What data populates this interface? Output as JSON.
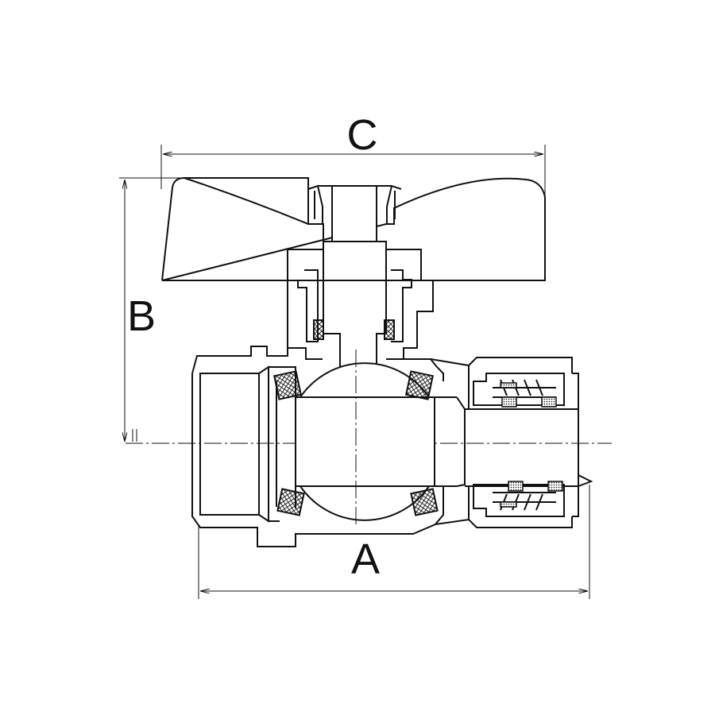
{
  "dimensions": {
    "width_overall": "C",
    "height": "B",
    "length": "A"
  }
}
